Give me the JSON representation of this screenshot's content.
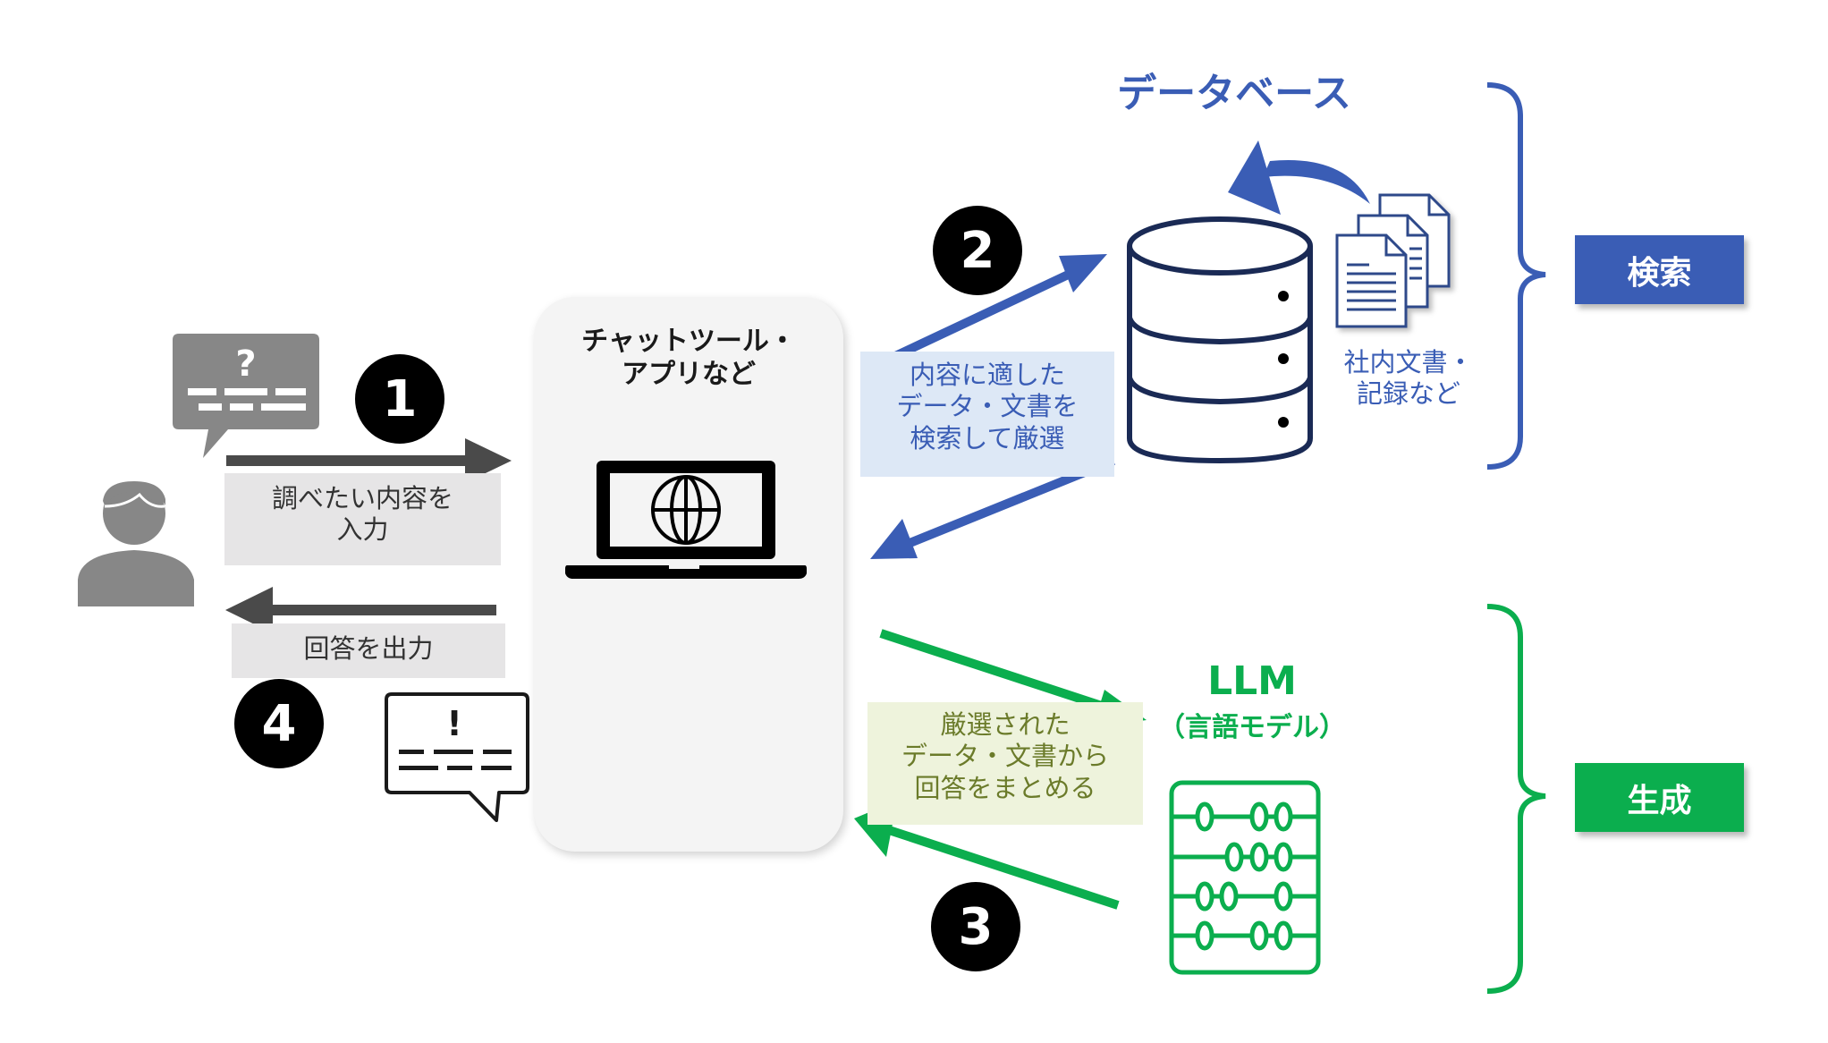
{
  "colors": {
    "blue": "#3a5db5",
    "green": "#0bae4e",
    "gray_dark": "#4a4a4a",
    "gray_icon": "#878787",
    "black": "#000000"
  },
  "steps": [
    {
      "number": "1",
      "label": "調べたい内容を\n入力"
    },
    {
      "number": "2",
      "label": "内容に適した\nデータ・文書を\n検索して厳選"
    },
    {
      "number": "3",
      "label": "厳選された\nデータ・文書から\n回答をまとめる"
    },
    {
      "number": "4",
      "label": "回答を出力"
    }
  ],
  "user": {
    "icon": "person-icon",
    "question_icon": "question-bubble-icon",
    "answer_icon": "answer-bubble-icon",
    "question_mark": "?",
    "answer_mark": "!"
  },
  "app_panel": {
    "title": "チャットツール・\nアプリなど",
    "icon": "laptop-globe-icon"
  },
  "database": {
    "title": "データベース",
    "docs_label": "社内文書・\n記録など",
    "icon": "database-icon"
  },
  "llm": {
    "title": "LLM",
    "subtitle": "（言語モデル）",
    "icon": "abacus-icon"
  },
  "phases": [
    {
      "label": "検索",
      "color": "#3a5db5"
    },
    {
      "label": "生成",
      "color": "#0bae4e"
    }
  ]
}
